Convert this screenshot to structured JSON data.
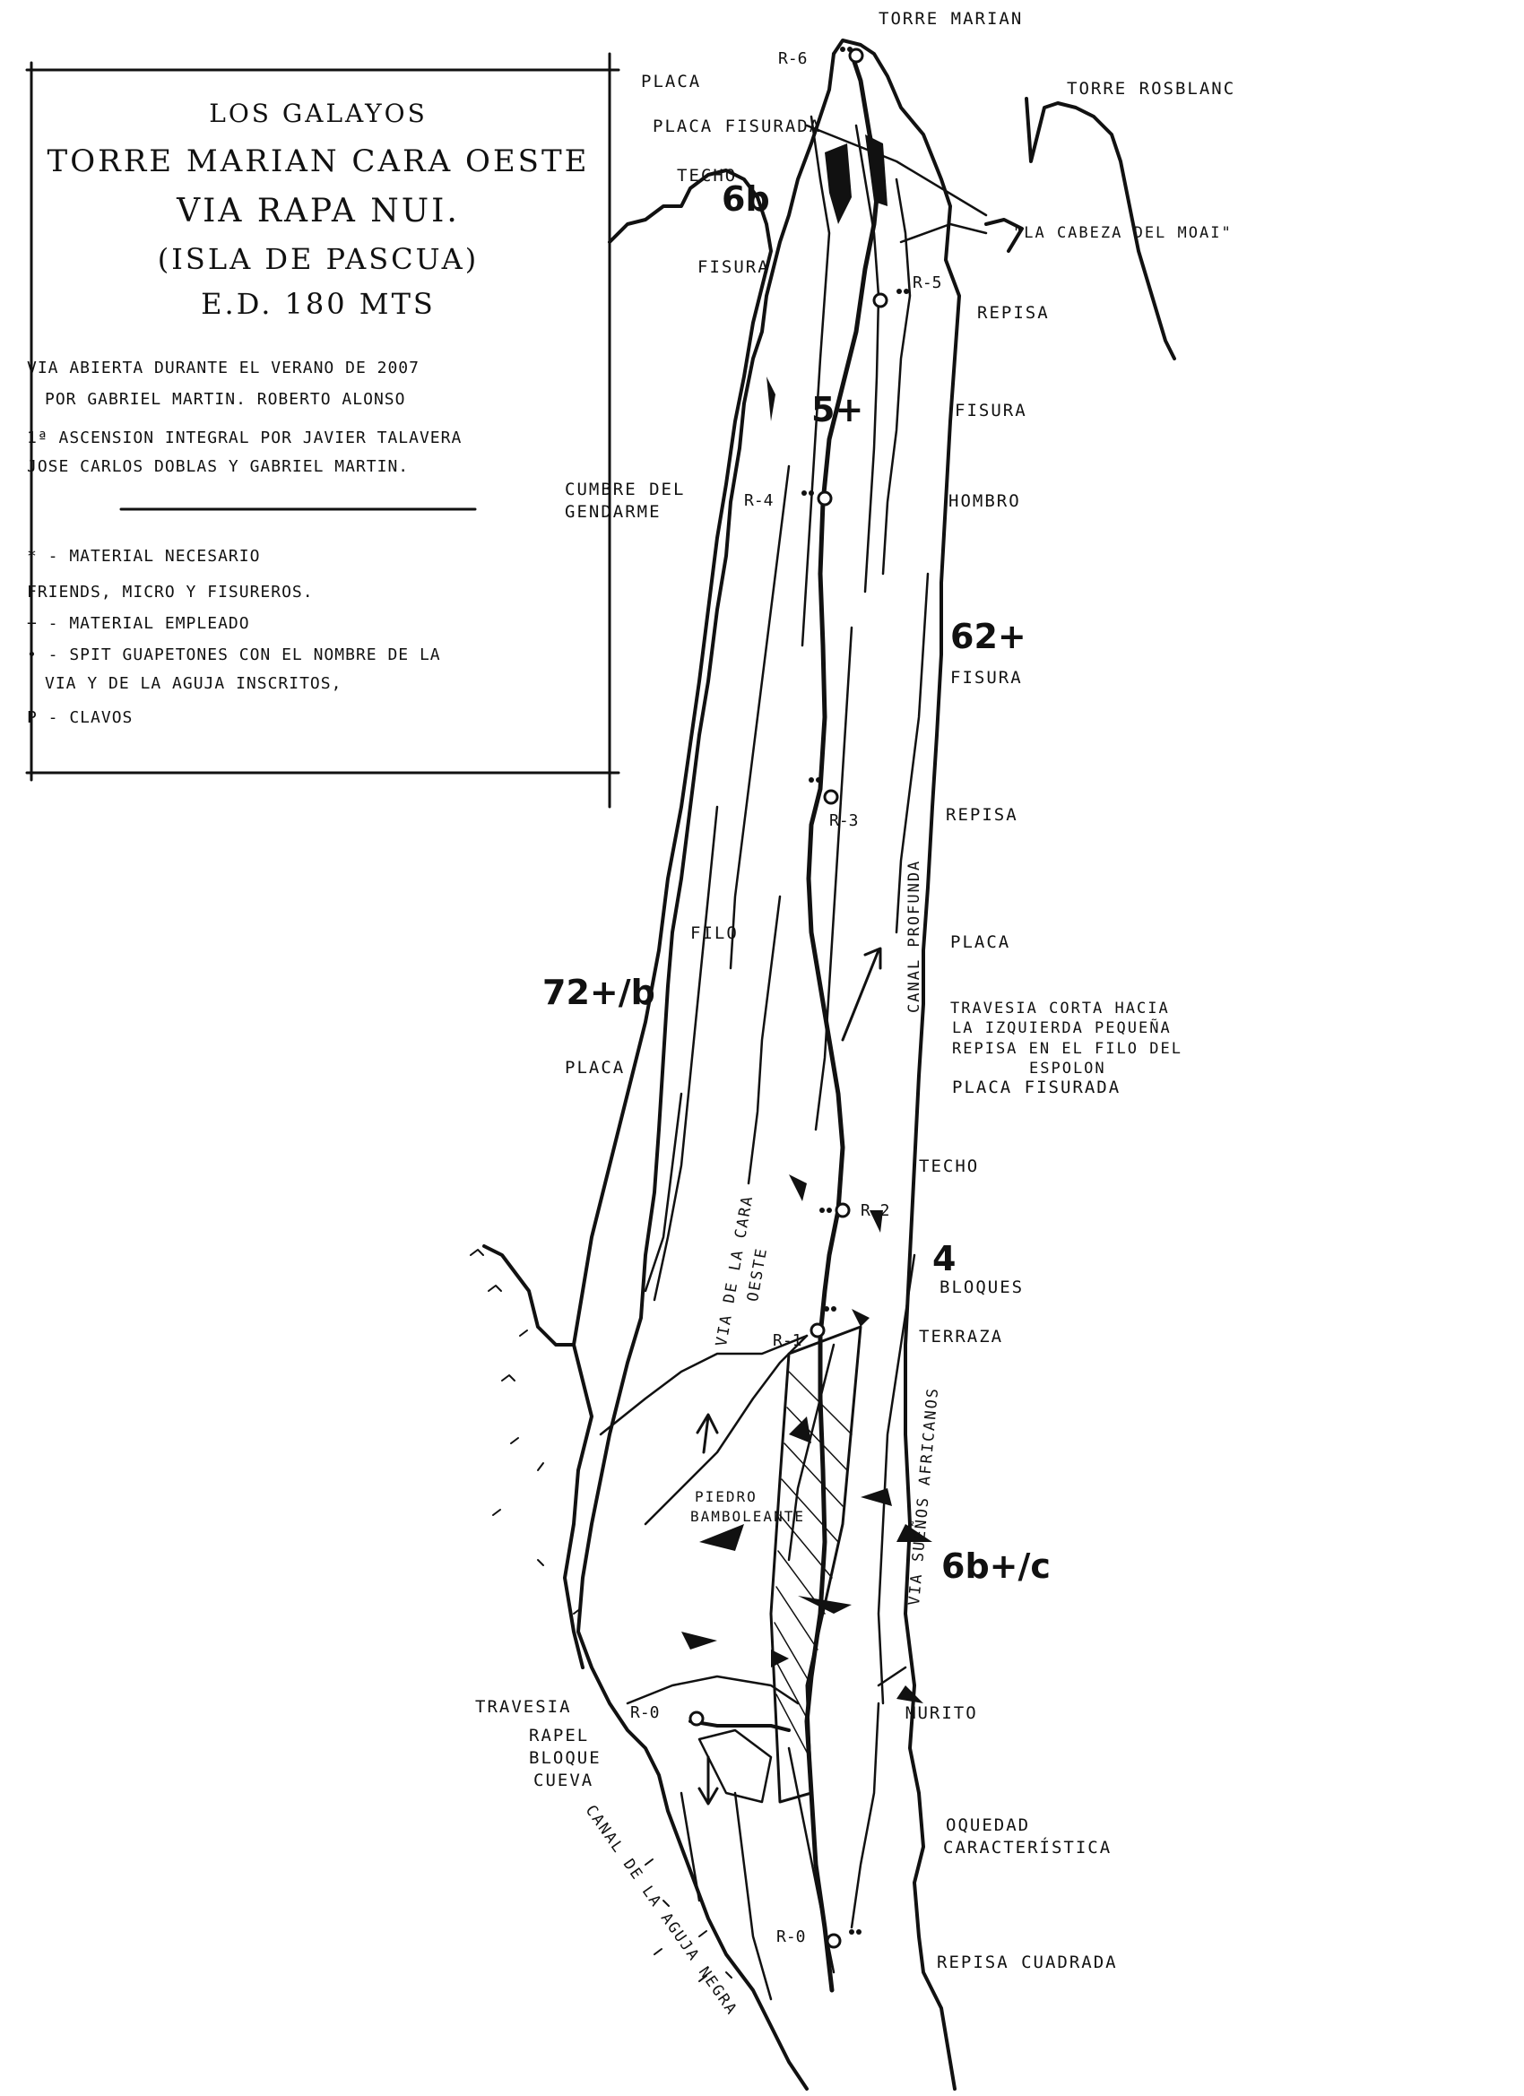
{
  "legend": {
    "title_1": "Los Galayos",
    "title_2": "Torre Marian Cara Oeste",
    "title_3": "Via Rapa Nui.",
    "title_4": "(Isla de Pascua)",
    "title_5": "E.D. 180 mts",
    "line_1": "Via abierta durante el verano de 2007",
    "line_2": "por Gabriel Martin. Roberto Alonso",
    "line_3": "1ª Ascension integral por Javier Talavera",
    "line_4": "Jose Carlos Doblas y Gabriel Martin.",
    "note_1": "* - Material necesario",
    "note_2": "Friends, micro y fisureros.",
    "note_3": "+ - material empleado",
    "note_4": "• - spit guapetones con el nombre de la",
    "note_5": "via y de la aguja inscritos,",
    "note_6": "P - clavos"
  },
  "peaks": {
    "torre_marian": "Torre Marian",
    "torre_rosblanc": "Torre Rosblanc",
    "cabeza_moai": "\"La Cabeza del Moai\""
  },
  "grades": {
    "g_6b": "6b",
    "g_5": "5+",
    "g_62": "62+",
    "g_72b": "72+/b",
    "g_4": "4",
    "g_6bc": "6b+/c"
  },
  "belays": {
    "r6": "R-6",
    "r5": "R-5",
    "r4": "R-4",
    "r3": "R-3",
    "r2": "R-2",
    "r1": "R-1",
    "r0a": "R-0",
    "r0b": "R-0"
  },
  "labels": {
    "placa_top": "Placa",
    "placa_fisurada_top": "Placa Fisurada",
    "techo_top": "Techo",
    "fisura_left": "Fisura",
    "repisa_r5": "Repisa",
    "fisura_r5": "Fisura",
    "cumbre_1": "Cumbre del",
    "cumbre_2": "Gendarme",
    "hombro": "Hombro",
    "fisura_mid": "Fisura",
    "repisa_r3": "Repisa",
    "canal_profunda": "Canal profunda",
    "filo": "Filo",
    "placa_mid": "Placa",
    "placa_left": "Placa",
    "travesia_1": "Travesia corta hacia",
    "travesia_2": "la izquierda pequeña",
    "travesia_3": "repisa en el filo del",
    "travesia_4": "espolon",
    "placa_fisurada_mid": "Placa Fisurada",
    "techo_mid": "Techo",
    "bloques": "Bloques",
    "terraza": "Terraza",
    "via_cara_oeste_1": "Via de la cara",
    "via_cara_oeste_2": "oeste",
    "via_suenos": "Via sueños africanos",
    "piedro_1": "Piedro",
    "piedro_2": "Bamboleante",
    "travesia_low": "Travesia",
    "rapel": "Rapel",
    "bloque": "Bloque",
    "cueva": "Cueva",
    "murito": "Murito",
    "oquedad_1": "Oquedad",
    "oquedad_2": "característica",
    "repisa_cuadrada": "Repisa cuadrada",
    "canal_aguja_negra": "Canal de la aguja negra"
  }
}
